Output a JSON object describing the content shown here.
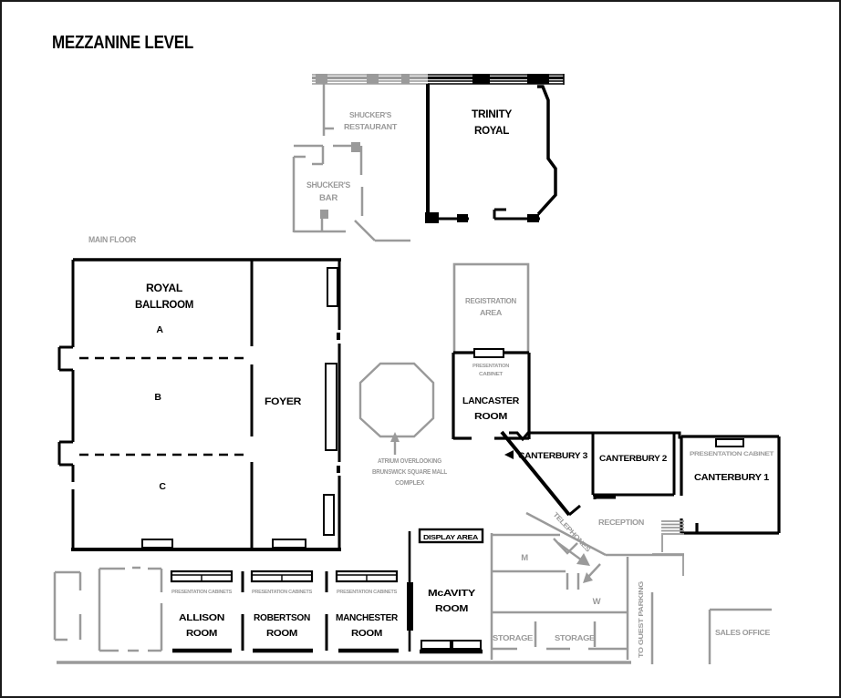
{
  "title": "MEZZANINE LEVEL",
  "colors": {
    "wall_black": "#000000",
    "wall_gray": "#9a9a9a",
    "background": "#ffffff",
    "frame_border": "#1a1a1a"
  },
  "labels": {
    "main_floor": "MAIN FLOOR",
    "shuckers_restaurant": [
      "SHUCKER'S",
      "RESTAURANT"
    ],
    "shuckers_bar": [
      "SHUCKER'S",
      "BAR"
    ],
    "trinity_royal": [
      "TRINITY",
      "ROYAL"
    ],
    "royal_ballroom": [
      "ROYAL",
      "BALLROOM"
    ],
    "ballroom_sections": [
      "A",
      "B",
      "C"
    ],
    "foyer": "FOYER",
    "registration_area": [
      "REGISTRATION",
      "AREA"
    ],
    "lancaster_cabinet": [
      "PRESENTATION",
      "CABINET"
    ],
    "lancaster_room": [
      "LANCASTER",
      "ROOM"
    ],
    "atrium_note": [
      "ATRIUM OVERLOOKING",
      "BRUNSWICK SQUARE MALL",
      "COMPLEX"
    ],
    "canterbury_3": "CANTERBURY 3",
    "canterbury_2": "CANTERBURY 2",
    "canterbury_1": "CANTERBURY 1",
    "canterbury_1_cabinet": "PRESENTATION CABINET",
    "reception": "RECEPTION",
    "telephones": "TELEPHONES",
    "display_area": "DISPLAY AREA",
    "mcavity_room": [
      "McAVITY",
      "ROOM"
    ],
    "washroom_m": "M",
    "washroom_w": "W",
    "storage_1": "STORAGE",
    "storage_2": "STORAGE",
    "to_guest_parking": "TO GUEST PARKING",
    "sales_office": "SALES OFFICE",
    "allison_room": [
      "ALLISON",
      "ROOM"
    ],
    "robertson_room": [
      "ROBERTSON",
      "ROOM"
    ],
    "manchester_room": [
      "MANCHESTER",
      "ROOM"
    ],
    "presentation_cabinets": "PRESENTATION CABINETS"
  }
}
